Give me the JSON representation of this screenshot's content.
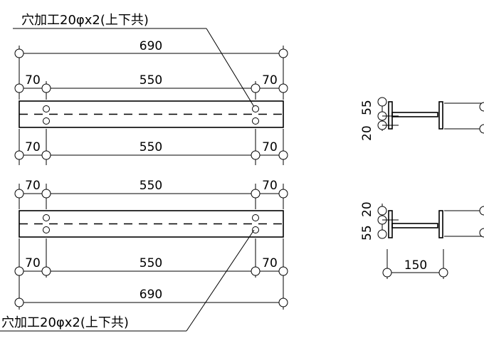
{
  "notes": {
    "top_hole_note": "穴加工20φx2(上下共)",
    "bottom_hole_note": "穴加工20φx2(上下共)"
  },
  "plan_top": {
    "overall": "690",
    "upper_left": "70",
    "upper_mid": "550",
    "upper_right": "70",
    "lower_left": "70",
    "lower_mid": "550",
    "lower_right": "70"
  },
  "plan_bottom": {
    "upper_left": "70",
    "upper_mid": "550",
    "upper_right": "70",
    "lower_left": "70",
    "lower_mid": "550",
    "lower_right": "70",
    "overall": "690"
  },
  "section_top": {
    "dim_a": "20",
    "dim_b": "55"
  },
  "section_bottom": {
    "dim_a": "55",
    "dim_b": "20",
    "width": "150"
  }
}
